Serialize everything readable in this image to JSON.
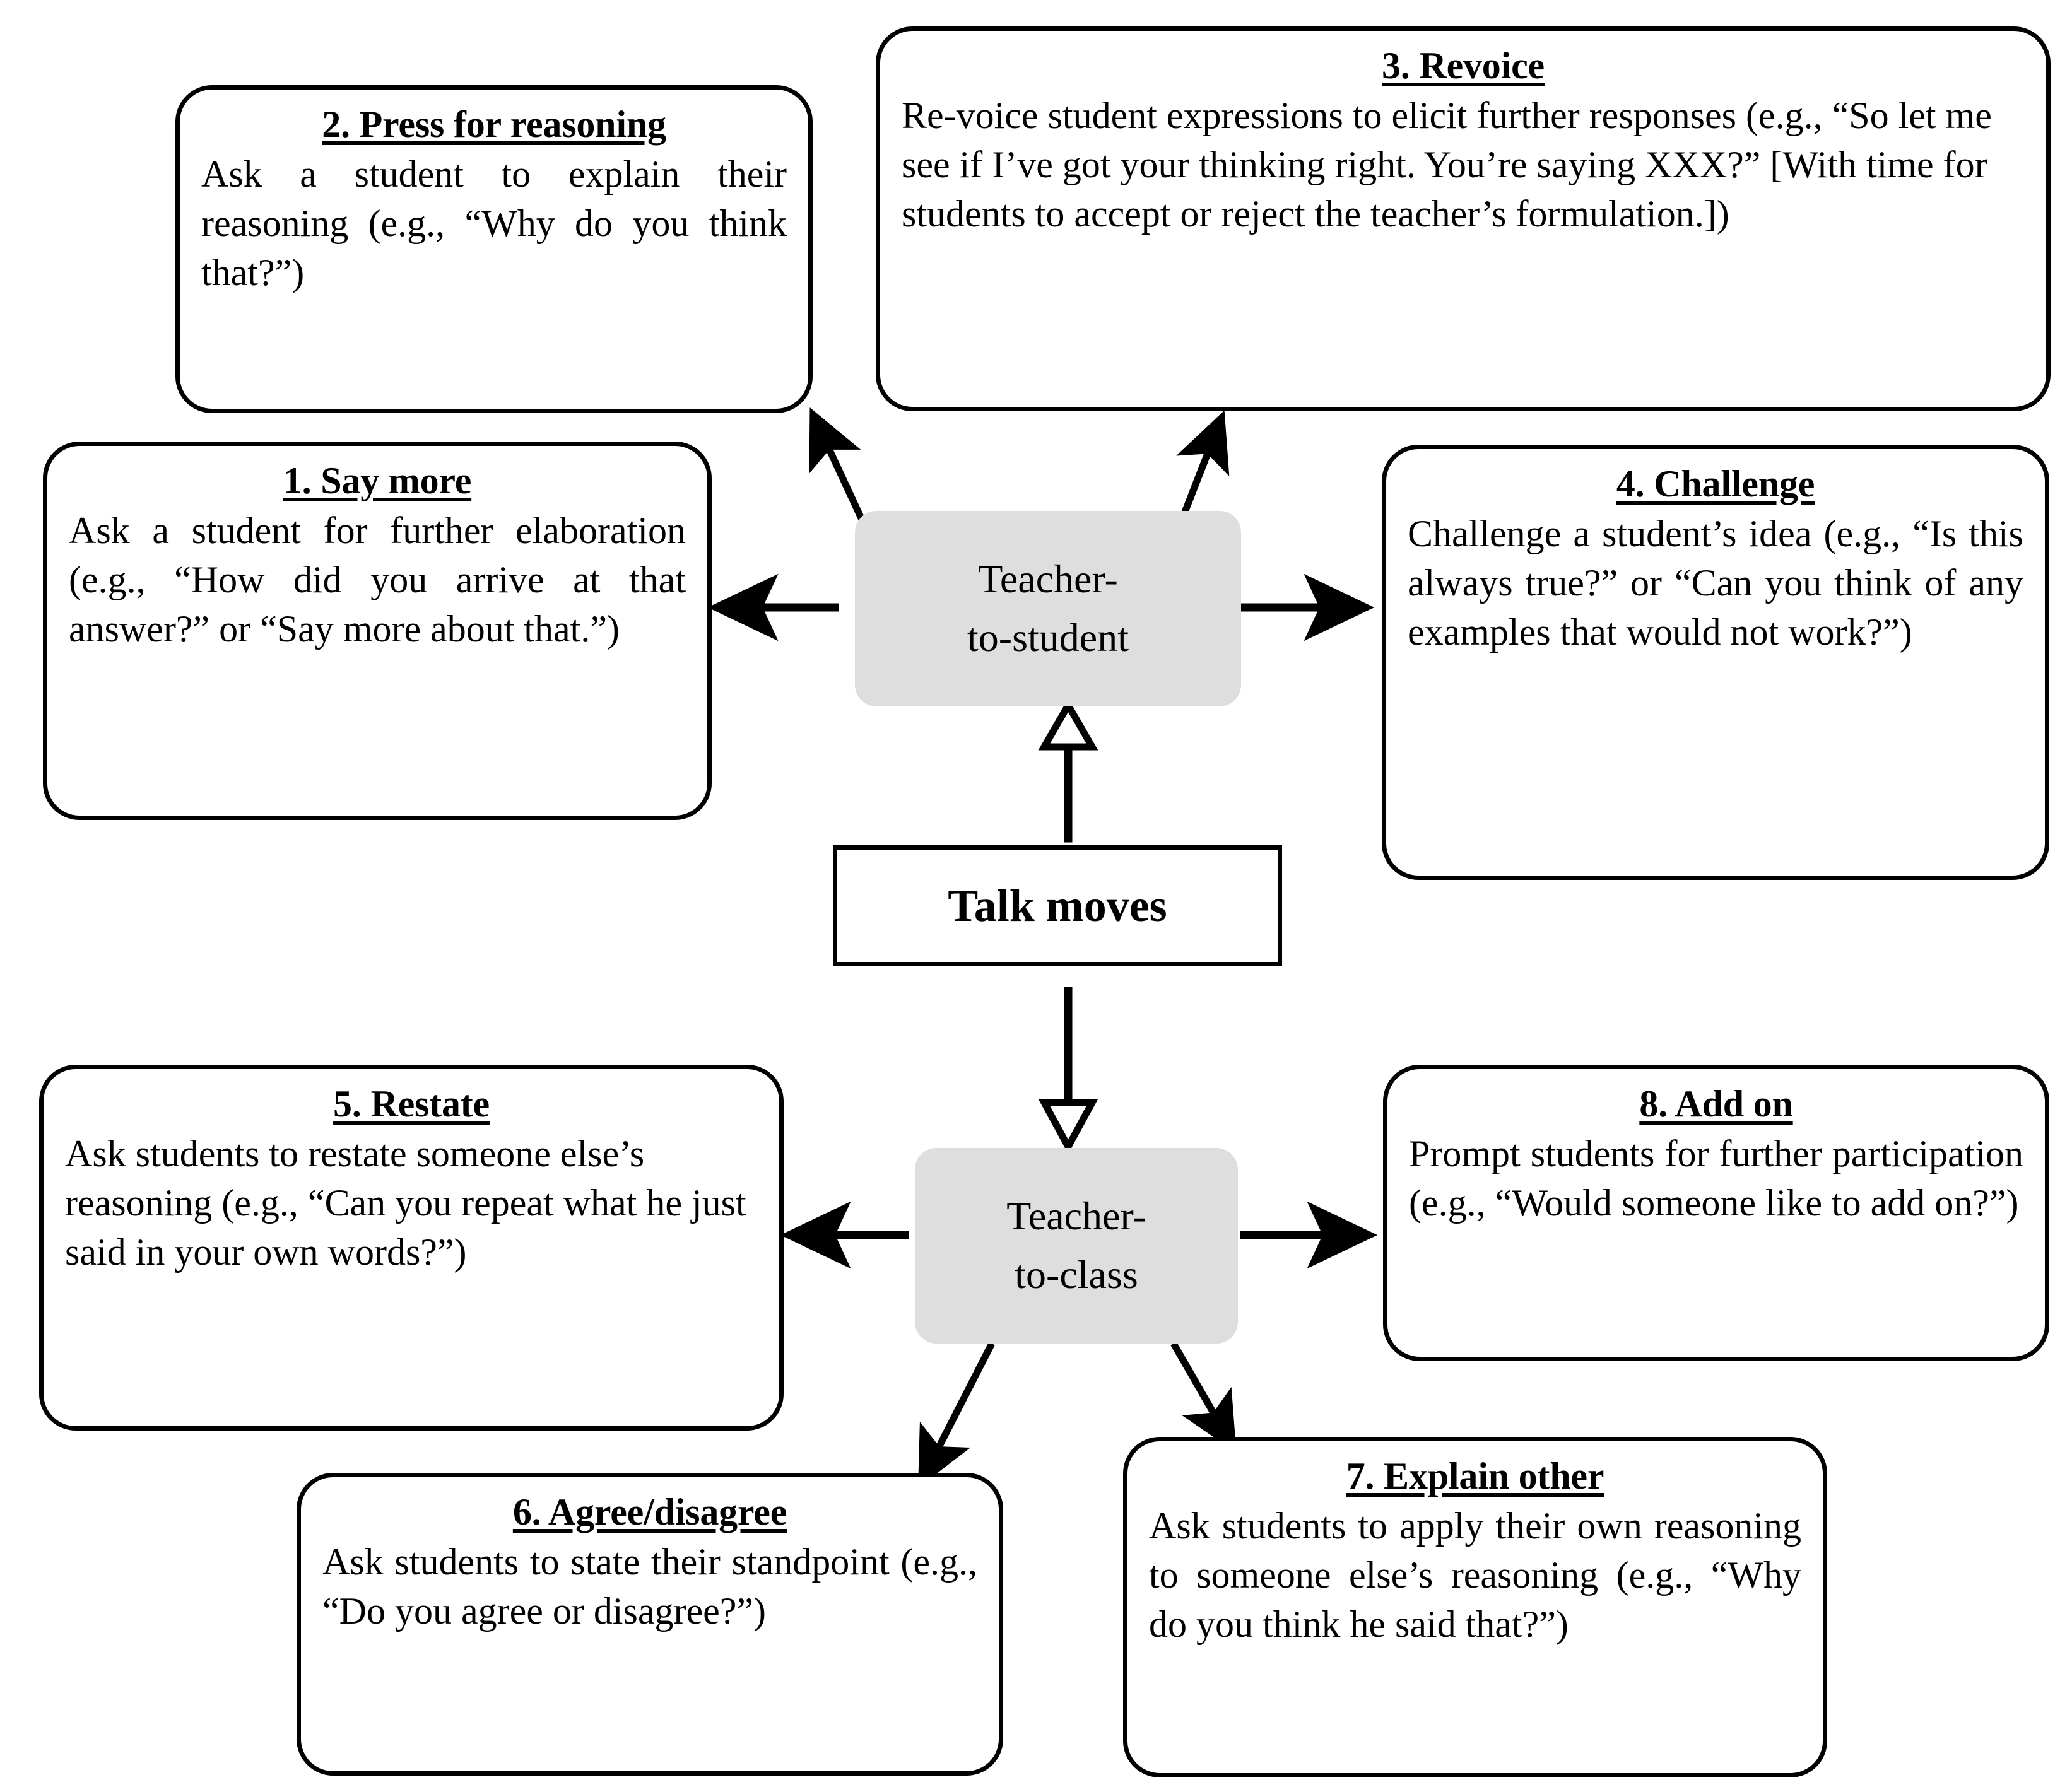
{
  "diagram": {
    "title_node": "Talk moves",
    "hubs": [
      {
        "id": "teacher-to-student",
        "line1": "Teacher-",
        "line2": "to-student"
      },
      {
        "id": "teacher-to-class",
        "line1": "Teacher-",
        "line2": "to-class"
      }
    ],
    "colors": {
      "hub_fill": "#dedede",
      "stroke": "#000000",
      "background": "#ffffff"
    },
    "moves": [
      {
        "number": "1",
        "title": "1. Say more",
        "body": "Ask a student for further elaboration (e.g., “How did you arrive at that answer?” or “Say more about that.”)",
        "parent": "teacher-to-student"
      },
      {
        "number": "2",
        "title": "2. Press for reasoning",
        "body": "Ask a student to explain their reasoning (e.g., “Why do you think that?”)",
        "parent": "teacher-to-student"
      },
      {
        "number": "3",
        "title": "3. Revoice",
        "body": "Re-voice student expressions to elicit further responses (e.g., “So let me see if I’ve got your thinking right. You’re saying XXX?” [With time for students to accept or reject the teacher’s formulation.])",
        "parent": "teacher-to-student"
      },
      {
        "number": "4",
        "title": "4. Challenge",
        "body": "Challenge a student’s idea (e.g., “Is this always true?” or “Can you think of any examples that would not work?”)",
        "parent": "teacher-to-student"
      },
      {
        "number": "5",
        "title": "5. Restate",
        "body": "Ask students to restate someone else’s reasoning (e.g., “Can you repeat what he just said in your own words?”)",
        "parent": "teacher-to-class"
      },
      {
        "number": "6",
        "title": "6. Agree/disagree",
        "body": "Ask students to state their standpoint (e.g., “Do you agree or disagree?”)",
        "parent": "teacher-to-class"
      },
      {
        "number": "7",
        "title": "7. Explain other",
        "body": "Ask students to apply their own reasoning to someone else’s reasoning (e.g., “Why do you think he said that?”)",
        "parent": "teacher-to-class"
      },
      {
        "number": "8",
        "title": "8. Add on",
        "body": "Prompt students for further participation (e.g., “Would someone like to add on?”)",
        "parent": "teacher-to-class"
      }
    ]
  }
}
